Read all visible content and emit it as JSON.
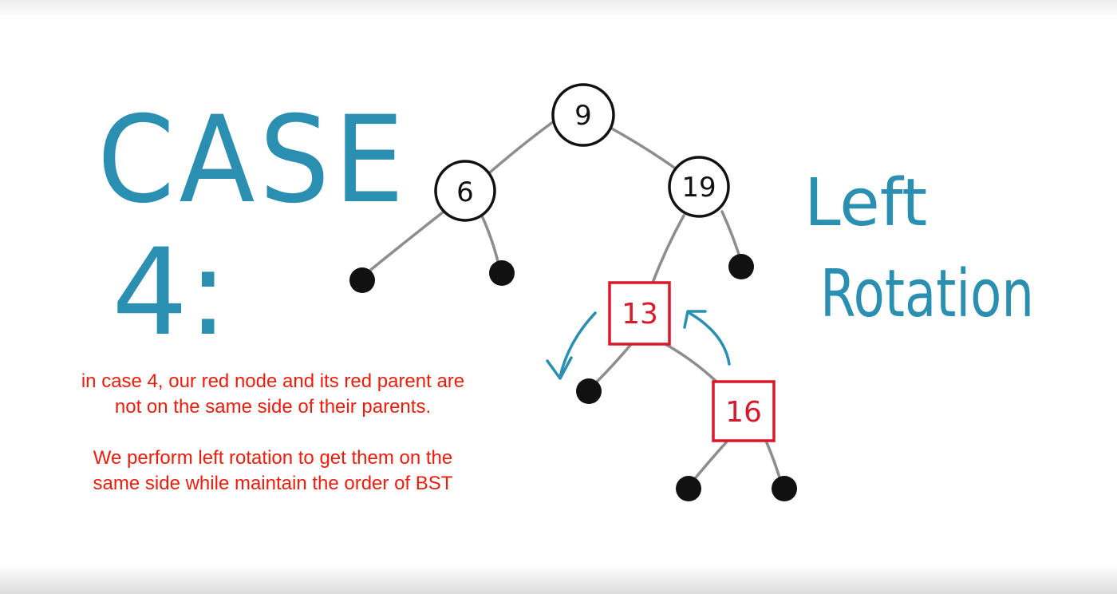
{
  "heading": {
    "case_word": "CASE",
    "case_number": "4:"
  },
  "side_label": {
    "line1": "Left",
    "line2": "Rotation"
  },
  "tree": {
    "nodes": [
      {
        "id": "n9",
        "label": "9",
        "color": "black",
        "shape": "circle"
      },
      {
        "id": "n6",
        "label": "6",
        "color": "black",
        "shape": "circle"
      },
      {
        "id": "n19",
        "label": "19",
        "color": "black",
        "shape": "circle"
      },
      {
        "id": "n13",
        "label": "13",
        "color": "red",
        "shape": "square"
      },
      {
        "id": "n16",
        "label": "16",
        "color": "red",
        "shape": "square"
      }
    ]
  },
  "caption": {
    "paragraph1": "in case 4, our red node and its red parent are not on the same side of their parents.",
    "paragraph2": "We perform left rotation to get them on the same side while maintain the order of BST"
  },
  "colors": {
    "handwriting_blue": "#2a8fb0",
    "node_red": "#d8192c",
    "caption_red": "#ee1c0c",
    "edge_gray": "#8d8d8d",
    "ink_black": "#111111"
  }
}
